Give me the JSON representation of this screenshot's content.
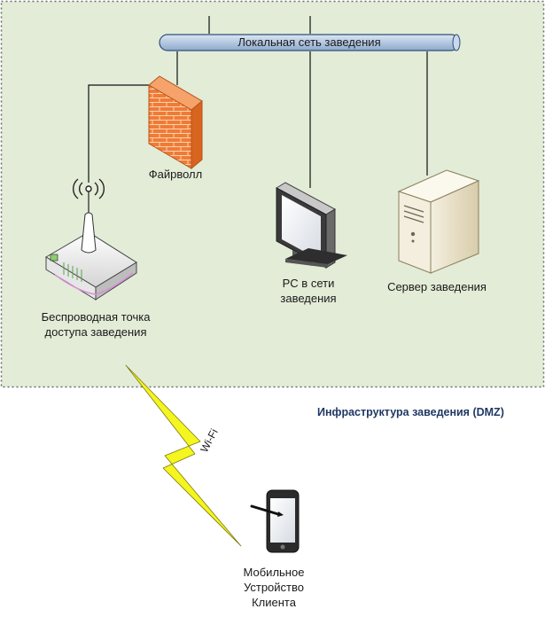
{
  "zone": {
    "label": "Инфраструктура заведения (DMZ)"
  },
  "network": {
    "bus_label": "Локальная сеть заведения"
  },
  "devices": {
    "firewall": {
      "label": "Файрволл"
    },
    "pc": {
      "label": "PC в сети заведения"
    },
    "server": {
      "label": "Сервер заведения"
    },
    "access_point": {
      "label": "Беспроводная точка доступа заведения"
    },
    "mobile": {
      "label": "Мобильное Устройство Клиента"
    }
  },
  "link": {
    "label": "Wi-Fi"
  },
  "colors": {
    "zone_fill": "#e3ecd7",
    "zone_border": "#6b6b6b",
    "bus": "#b8cce4",
    "firewall": "#f07b35",
    "lightning": "#f5f51f"
  }
}
